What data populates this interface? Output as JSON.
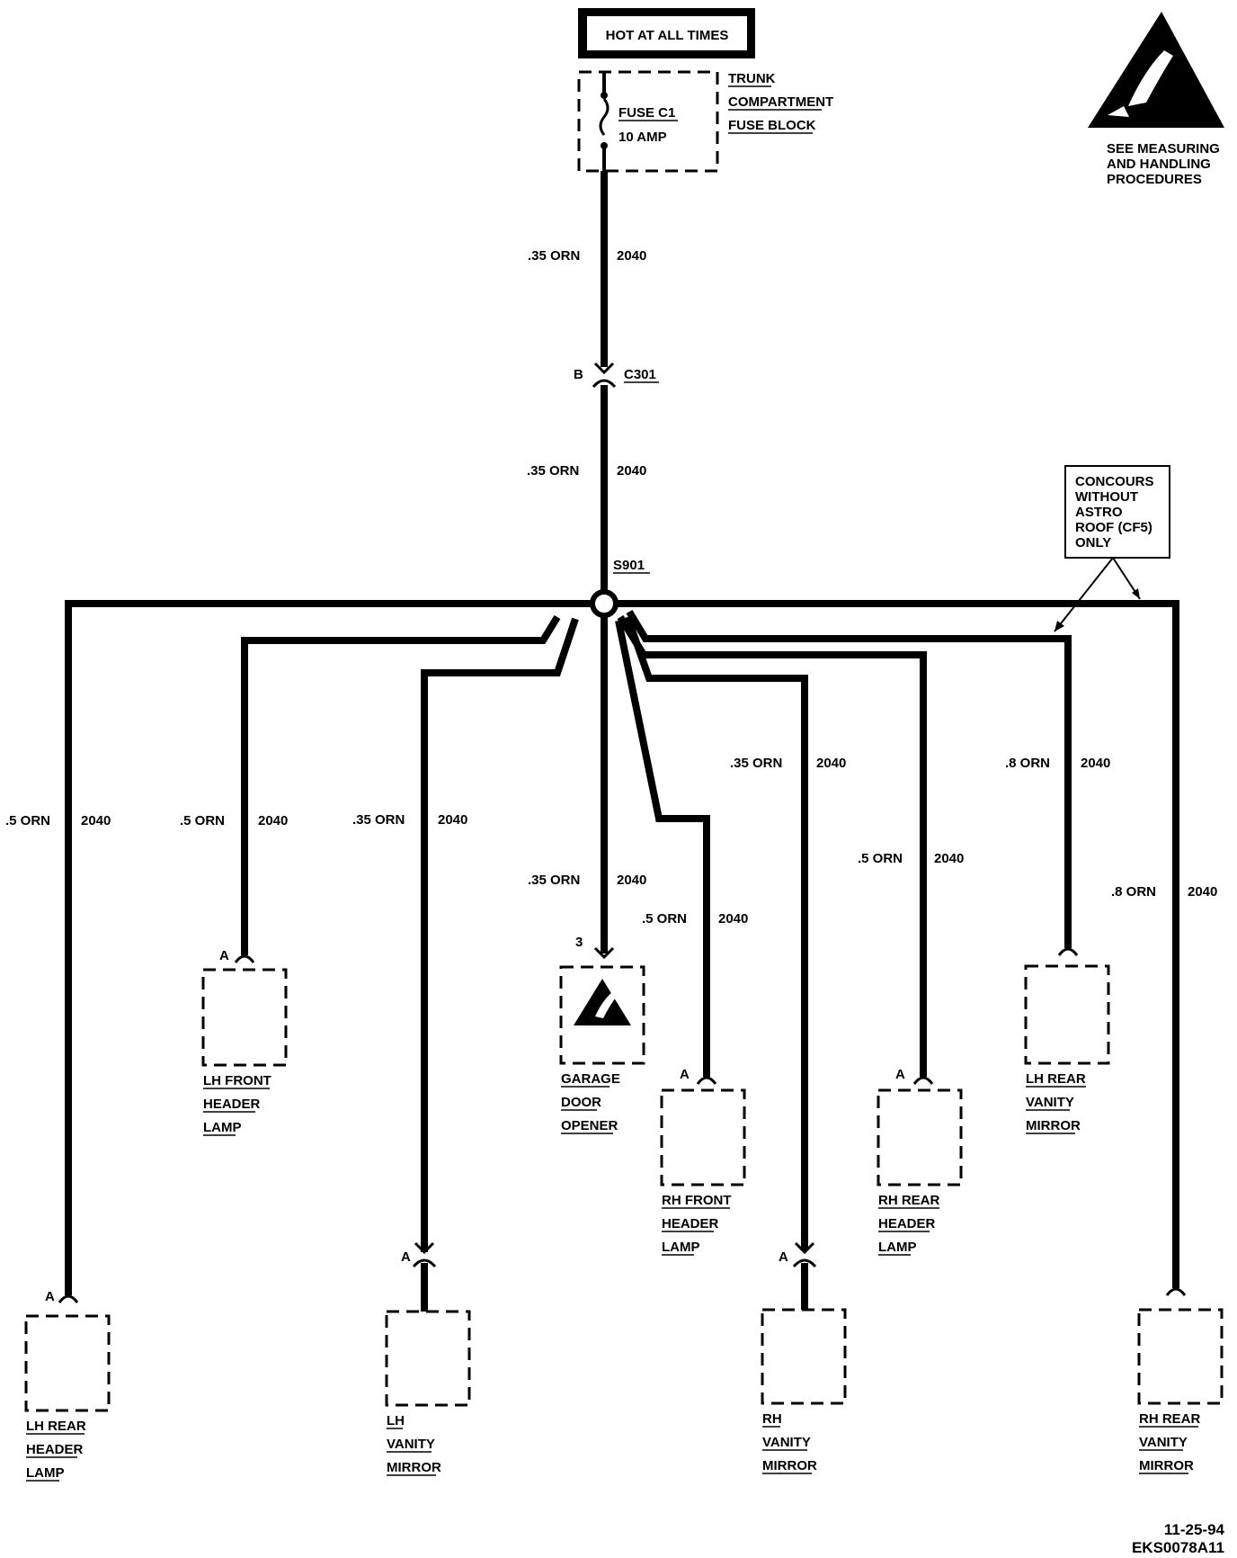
{
  "power_source": "HOT AT ALL TIMES",
  "fuse": {
    "name": "FUSE C1",
    "rating": "10 AMP"
  },
  "fuse_block": [
    "TRUNK",
    "COMPARTMENT",
    "FUSE BLOCK"
  ],
  "esd_note": [
    "SEE MEASURING",
    "AND HANDLING",
    "PROCEDURES"
  ],
  "feed_wire_top": {
    "size": ".35 ORN",
    "circuit": "2040"
  },
  "connector_main": {
    "pin": "B",
    "name": "C301"
  },
  "feed_wire_mid": {
    "size": ".35 ORN",
    "circuit": "2040"
  },
  "splice": "S901",
  "option_note": [
    "CONCOURS",
    "WITHOUT",
    "ASTRO",
    "ROOF (CF5)",
    "ONLY"
  ],
  "branches": [
    {
      "size": ".5 ORN",
      "circuit": "2040",
      "pin": "A",
      "component": [
        "LH REAR",
        "HEADER",
        "LAMP"
      ]
    },
    {
      "size": ".5 ORN",
      "circuit": "2040",
      "pin": "A",
      "component": [
        "LH FRONT",
        "HEADER",
        "LAMP"
      ]
    },
    {
      "size": ".35 ORN",
      "circuit": "2040",
      "pin": "A",
      "component": [
        "LH",
        "VANITY",
        "MIRROR"
      ]
    },
    {
      "size": ".35 ORN",
      "circuit": "2040",
      "pin": "3",
      "component": [
        "GARAGE",
        "DOOR",
        "OPENER"
      ]
    },
    {
      "size": ".5 ORN",
      "circuit": "2040",
      "pin": "A",
      "component": [
        "RH FRONT",
        "HEADER",
        "LAMP"
      ]
    },
    {
      "size": ".35 ORN",
      "circuit": "2040",
      "pin": "A",
      "component": [
        "RH",
        "VANITY",
        "MIRROR"
      ]
    },
    {
      "size": ".5 ORN",
      "circuit": "2040",
      "pin": "A",
      "component": [
        "RH REAR",
        "HEADER",
        "LAMP"
      ]
    },
    {
      "size": ".8 ORN",
      "circuit": "2040",
      "pin": "",
      "component": [
        "LH REAR",
        "VANITY",
        "MIRROR"
      ]
    },
    {
      "size": ".8 ORN",
      "circuit": "2040",
      "pin": "",
      "component": [
        "RH REAR",
        "VANITY",
        "MIRROR"
      ]
    }
  ],
  "footer": {
    "date": "11-25-94",
    "code": "EKS0078A11"
  }
}
